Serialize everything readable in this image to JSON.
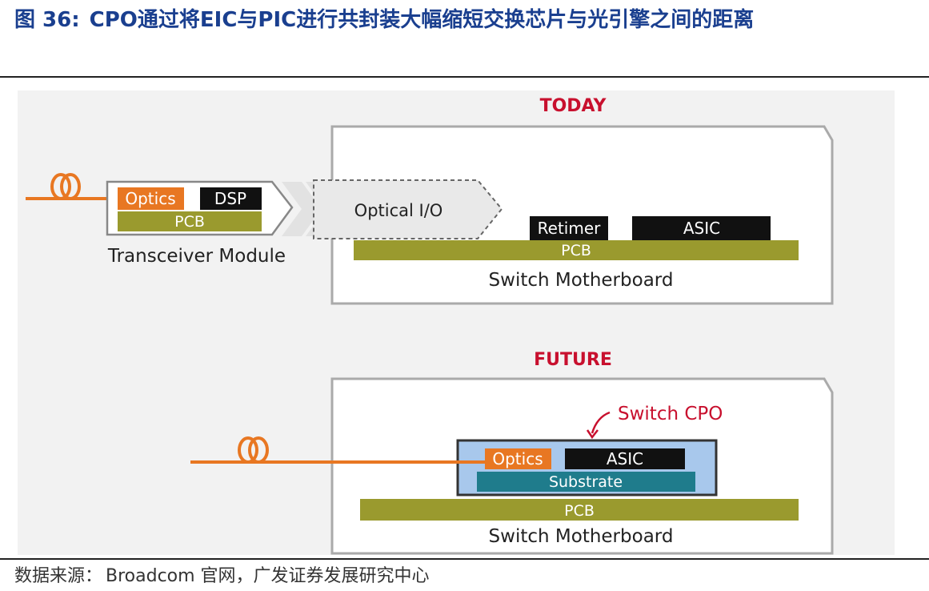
{
  "caption": {
    "number": "图 36:",
    "title": "CPO通过将EIC与PIC进行共封装大幅缩短交换芯片与光引擎之间的距离"
  },
  "diagram": {
    "today": {
      "heading": "TODAY",
      "module_optics": "Optics",
      "module_dsp": "DSP",
      "module_pcb": "PCB",
      "module_label": "Transceiver Module",
      "optical_io": "Optical I/O",
      "retimer": "Retimer",
      "asic": "ASIC",
      "board_pcb": "PCB",
      "board_label": "Switch Motherboard"
    },
    "future": {
      "heading": "FUTURE",
      "cpo_label": "Switch CPO",
      "optics": "Optics",
      "asic": "ASIC",
      "substrate": "Substrate",
      "board_pcb": "PCB",
      "board_label": "Switch Motherboard"
    },
    "colors": {
      "heading_red": "#c8102e",
      "optics_orange": "#e87722",
      "pcb_olive": "#9a9a2e",
      "chip_black": "#111111",
      "substrate_teal": "#1f7c8c",
      "cpo_blue": "#a8c8ec"
    }
  },
  "source": {
    "label": "数据来源：",
    "text": "Broadcom 官网，广发证券发展研究中心"
  }
}
